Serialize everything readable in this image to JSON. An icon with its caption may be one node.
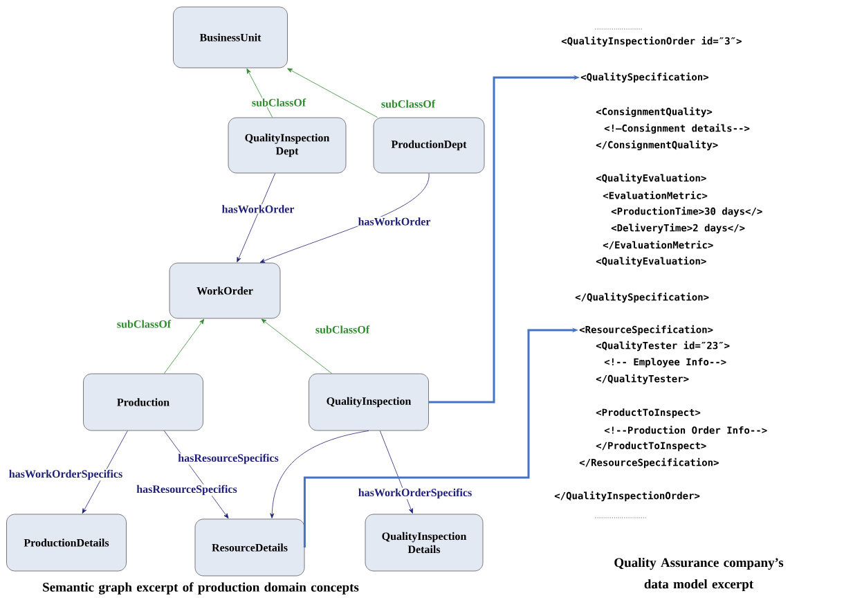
{
  "diagram": {
    "nodes": [
      {
        "text": [
          "BusinessUnit"
        ]
      },
      {
        "text": [
          "QualityInspection Dept"
        ]
      },
      {
        "text": [
          "ProductionDept"
        ]
      },
      {
        "text": [
          "WorkOrder"
        ]
      },
      {
        "text": [
          "Production"
        ]
      },
      {
        "text": [
          "QualityInspection"
        ]
      },
      {
        "text": [
          "ProductionDetails"
        ]
      },
      {
        "text": [
          "ResourceDetails"
        ]
      },
      {
        "text": [
          "QualityInspection Details"
        ]
      },
      {
        "text": [
          "<QualitySpecification>"
        ]
      },
      {
        "text": [
          "<ResourceSpecification>"
        ]
      }
    ],
    "edges": [
      {
        "from": 1,
        "to": 0,
        "arrow": "to",
        "label": "subClassOf",
        "color": "#2e8b2e"
      },
      {
        "from": 2,
        "to": 0,
        "arrow": "to",
        "label": "subClassOf",
        "color": "#2e8b2e"
      },
      {
        "from": 1,
        "to": 3,
        "arrow": "to",
        "label": "hasWorkOrder"
      },
      {
        "from": 2,
        "to": 3,
        "arrow": "to",
        "label": "hasWorkOrder"
      },
      {
        "from": 4,
        "to": 3,
        "arrow": "to",
        "label": "subClassOf",
        "color": "#2e8b2e"
      },
      {
        "from": 5,
        "to": 3,
        "arrow": "to",
        "label": "subClassOf",
        "color": "#2e8b2e"
      },
      {
        "from": 4,
        "to": 6,
        "arrow": "to",
        "label": "hasWorkOrderSpecifics"
      },
      {
        "from": 4,
        "to": 7,
        "arrow": "to",
        "label": "hasResourceSpecifics"
      },
      {
        "from": 5,
        "to": 7,
        "arrow": "to",
        "label": "hasResourceSpecifics"
      },
      {
        "from": 5,
        "to": 8,
        "arrow": "to",
        "label": "hasWorkOrderSpecifics"
      },
      {
        "from": 5,
        "to": 9,
        "arrow": "to",
        "style": "thick",
        "color": "#4472c4"
      },
      {
        "from": 7,
        "to": 10,
        "arrow": "to",
        "style": "thick",
        "color": "#4472c4"
      }
    ],
    "labels": [
      "<QualityInspectionOrder id=″3″>",
      "<ConsignmentQuality>",
      "<!—Consignment details-->",
      "</ConsignmentQuality>",
      "<QualityEvaluation>",
      "<EvaluationMetric>",
      "<ProductionTime>30 days</>",
      "<DeliveryTime>2 days</>",
      "</EvaluationMetric>",
      "<QualityEvaluation>",
      "</QualitySpecification>",
      "<QualityTester id=″23″>",
      "<!-- Employee Info-->",
      "</QualityTester>",
      "<ProductToInspect>",
      "<!--Production Order Info-->",
      "</ProductToInspect>",
      "</ResourceSpecification>",
      "</QualityInspectionOrder>",
      "Semantic graph excerpt of production domain concepts",
      "Quality Assurance company’s data model excerpt"
    ]
  }
}
